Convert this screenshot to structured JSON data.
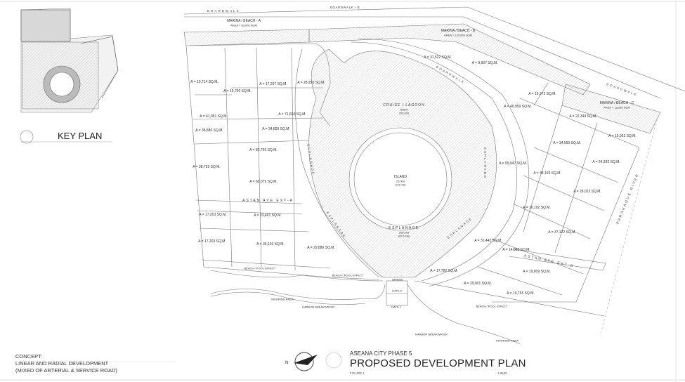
{
  "key_plan": {
    "title": "KEY PLAN"
  },
  "concept": {
    "heading": "CONCEPT:",
    "line1": "LINEAR AND RADIAL DEVELOPMENT",
    "line2": "(MIXED OF ARTERIAL & SERVICE ROAD)"
  },
  "title_block": {
    "project": "ASEANA CITY PHASE 5",
    "title": "PROPOSED DEVELOPMENT PLAN",
    "figure": "FIGURE 1",
    "scale": "1:8500",
    "north": "N"
  },
  "zones": {
    "marina_a": {
      "name": "MARINA / BEACH - A",
      "area": "AREA = 83,000 SQM"
    },
    "marina_b": {
      "name": "MARINA / BEACH - B",
      "area": "AREA = 139,005 SQM"
    },
    "marina_c": {
      "name": "MARINA / BEACH - C",
      "area": "AREA = 13,085 SQM"
    },
    "lagoon": {
      "name": "CRUISE / LAGOON",
      "area": "AREA",
      "value": "205,000"
    },
    "island": {
      "name": "ISLAND",
      "area": "25,000",
      "value": "(2.5 HA)"
    },
    "esplanade": {
      "name": "ESPLANADE",
      "area": "205,000",
      "value": "(20.5 HA)"
    }
  },
  "roads": {
    "astan_a": "ASTAN AVE EXT-A",
    "astan_b": "ASTAN AVE EXT-B",
    "esplanade_1": "ESPLANADE",
    "esplanade_2": "ESPLANADE",
    "esplanade_3": "ESPLANADE",
    "esplanade_4": "ESPLANADE",
    "boardwalk_a": "BOARDWALK",
    "boardwalk_b": "BOARDWALK",
    "seawall": "BOARDWALK",
    "top_road": "BOARDWALK - B",
    "river": "PARANAQUE RIVER"
  },
  "features": {
    "beach_pool_1": "BEACH / POOL EFFECT",
    "beach_pool_2": "BEACH / POOL EFFECT",
    "beach_pool_3": "BEACH / POOL EFFECT",
    "mooring_1": "MOORING AREA",
    "mooring_2": "MOORING AREA",
    "breakwater_1": "HARBOR BREAKWATER",
    "breakwater_2": "HARBOR BREAKWATER",
    "gate_1": "GATE 1",
    "gate_2": "GATE 2",
    "bridge": "BRIDGE"
  },
  "lots": [
    "A = 38,880 SQ.M.",
    "A = 34,859 SQ.M.",
    "A = 10,714 SQ.M.",
    "A = 15,790 SQ.M.",
    "A = 17,207 SQ.M.",
    "A = 28,250 SQ.M.",
    "A = 41,051 SQ.M.",
    "A = 71,604 SQ.M.",
    "A = 82,760 SQ.M.",
    "A = 38,729 SQ.M.",
    "A = 69,079 SQ.M.",
    "A = 17,203 SQ.M.",
    "A = 23,401 SQ.M.",
    "A = 17,203 SQ.M.",
    "A = 36,120 SQ.M.",
    "A = 29,886 SQ.M.",
    "A = 31,522 SQ.M.",
    "A = 9,967 SQ.M.",
    "A = 16,372 SQ.M.",
    "A = 40,959 SQ.M.",
    "A = 22,349 SQ.M.",
    "A = 15,053 SQ.M.",
    "A = 34,590 SQ.M.",
    "A = 24,292 SQ.M.",
    "A = 59,947 SQ.M.",
    "A = 38,159 SQ.M.",
    "A = 28,023 SQ.M.",
    "A = 16,192 SQ.M.",
    "A = 37,122 SQ.M.",
    "A = 31,443 SQ.M.",
    "A = 14,088 SQ.M.",
    "A = 17,782 SQ.M.",
    "A = 19,809 SQ.M.",
    "A = 29,901 SQ.M.",
    "A = 10,765 SQ.M."
  ]
}
